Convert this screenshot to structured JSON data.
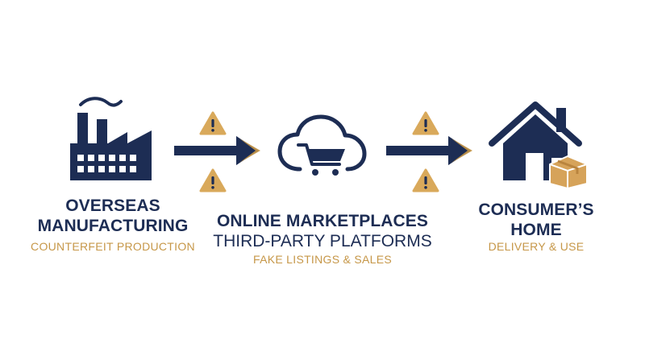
{
  "colors": {
    "navy": "#1d2d54",
    "gold": "#c69748",
    "warning_bg": "#d9a95b",
    "box": "#d6a35a"
  },
  "stages": [
    {
      "icon": "factory-icon",
      "title_lines": [
        "OVERSEAS",
        "MANUFACTURING"
      ],
      "subtitle": "COUNTERFEIT PRODUCTION"
    },
    {
      "icon": "cloud-cart-icon",
      "title_lines": [
        "ONLINE MARKETPLACES",
        "THIRD-PARTY PLATFORMS"
      ],
      "subtitle": "FAKE LISTINGS & SALES"
    },
    {
      "icon": "house-package-icon",
      "title_lines": [
        "CONSUMER’S",
        "HOME"
      ],
      "subtitle": "DELIVERY & USE"
    }
  ],
  "connectors": [
    {
      "icon": "arrow-right-icon",
      "warnings": [
        "warning-icon",
        "warning-icon"
      ]
    },
    {
      "icon": "arrow-right-icon",
      "warnings": [
        "warning-icon",
        "warning-icon"
      ]
    }
  ]
}
